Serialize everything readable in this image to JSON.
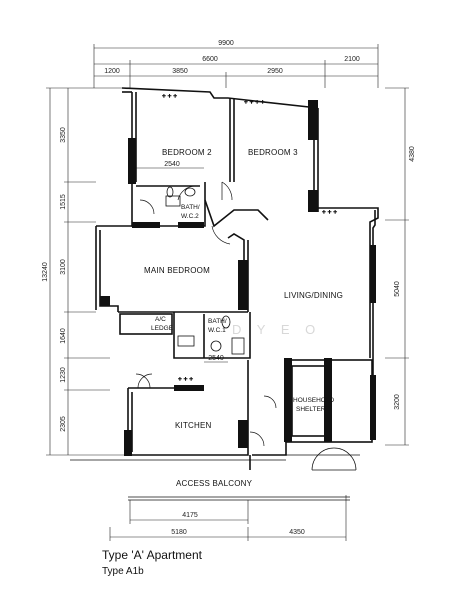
{
  "dimensions": {
    "overall_width": "9900",
    "top_segments": [
      "1200",
      "3850",
      "2950",
      "2100"
    ],
    "top_span": "6600",
    "bedroom2_bath": "2540",
    "kitchen_bath": "2540",
    "left_overall": "13240",
    "left_segments": [
      "3350",
      "1515",
      "3100",
      "1640",
      "1230",
      "2305"
    ],
    "right_segments": [
      "4380",
      "5040",
      "3200"
    ],
    "balcony": "4175",
    "bottom_segments": [
      "5180",
      "4350"
    ]
  },
  "rooms": {
    "bedroom2": "BEDROOM 2",
    "bedroom3": "BEDROOM 3",
    "bath_wc2_line1": "BATH/",
    "bath_wc2_line2": "W.C.2",
    "main_bedroom": "MAIN BEDROOM",
    "living_dining": "LIVING/DINING",
    "ac_ledge_line1": "A/C",
    "ac_ledge_line2": "LEDGE",
    "bath_wc1_line1": "BATH/",
    "bath_wc1_line2": "W.C.1",
    "household_shelter_line1": "HOUSEHOLD",
    "household_shelter_line2": "SHELTER",
    "kitchen": "KITCHEN",
    "access_balcony": "ACCESS BALCONY"
  },
  "watermark": "D  Y E O",
  "caption": {
    "title": "Type 'A' Apartment",
    "subtitle": "Type A1b"
  }
}
